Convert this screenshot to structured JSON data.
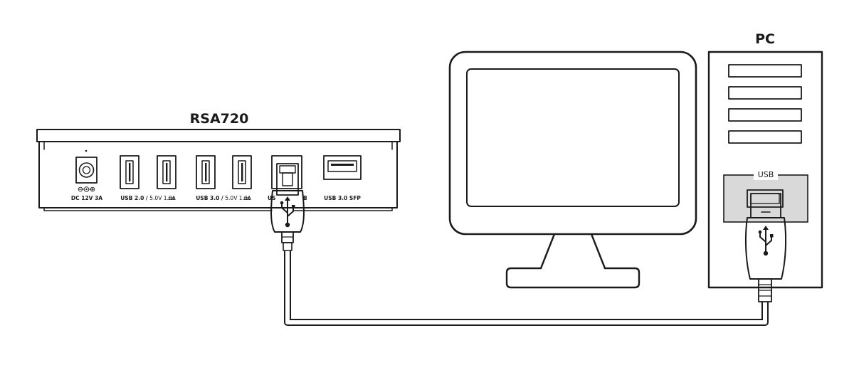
{
  "hub": {
    "title": "RSA720",
    "ports": {
      "dc_label": "DC 12V 3A",
      "usb2_label": "USB 2.0",
      "usb2_spec": "5.0V 1.0A",
      "usb3_label": "USB 3.0",
      "usb3_spec": "5.0V 1.0A",
      "usbb_label_left": "US",
      "usbb_label_right": "B",
      "sfp_label": "USB 3.0 SFP"
    }
  },
  "pc": {
    "title": "PC",
    "usb_panel_label": "USB"
  },
  "icons": [
    "dc-polarity-icon",
    "usb-trident-icon",
    "dc-symbol-icon"
  ],
  "colors": {
    "line": "#1a1a1a",
    "panel_fill": "#d9d9d9",
    "background": "#ffffff"
  }
}
